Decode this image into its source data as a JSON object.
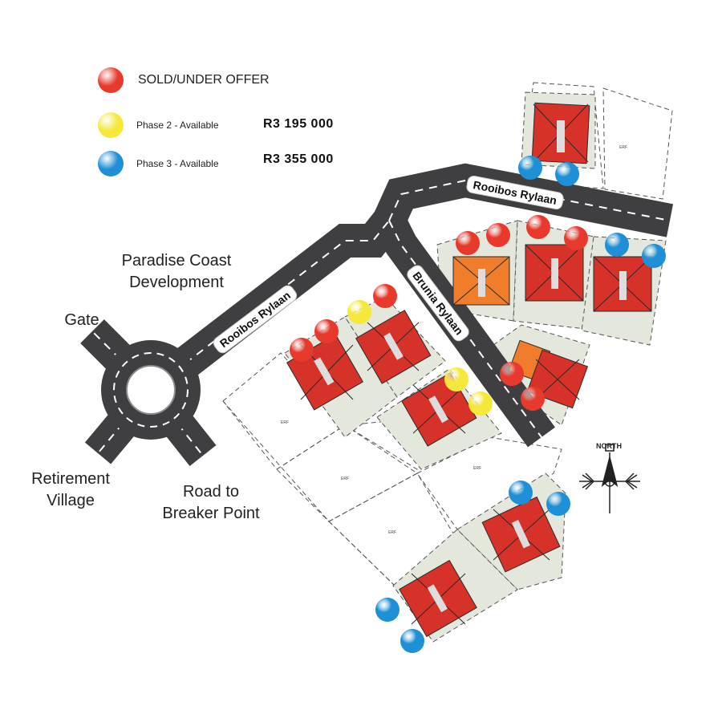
{
  "legend": [
    {
      "label": "SOLD/UNDER OFFER",
      "price": "",
      "color": "#e8392d"
    },
    {
      "label": "Phase 2 - Available",
      "price": "R3 195 000",
      "color": "#f6e83a"
    },
    {
      "label": "Phase 3 - Available",
      "price": "R3 355 000",
      "color": "#1f8fd6"
    }
  ],
  "places": {
    "gate": "Gate",
    "development_line1": "Paradise Coast",
    "development_line2": "Development",
    "retirement_line1": "Retirement",
    "retirement_line2": "Village",
    "breaker_line1": "Road to",
    "breaker_line2": "Breaker Point"
  },
  "roads": {
    "rooibos_upper": "Rooibos Rylaan",
    "rooibos_lower": "Rooibos Rylaan",
    "brunia": "Brunia Rylaan"
  },
  "compass": {
    "label": "NORTH"
  },
  "colors": {
    "road": "#3f3f41",
    "road_edge": "#8c8c8e",
    "plot_fill": "#e3e7dc",
    "roof": "#d6322a",
    "roof_orange": "#ef7d2b",
    "sold": "#e8392d",
    "phase2": "#f6e83a",
    "phase3": "#1f8fd6"
  },
  "markers": [
    {
      "id": "m1",
      "status": "phase3"
    },
    {
      "id": "m2",
      "status": "phase3"
    },
    {
      "id": "m3",
      "status": "sold"
    },
    {
      "id": "m4",
      "status": "sold"
    },
    {
      "id": "m5",
      "status": "sold"
    },
    {
      "id": "m6",
      "status": "sold"
    },
    {
      "id": "m7",
      "status": "sold"
    },
    {
      "id": "m8",
      "status": "phase3"
    },
    {
      "id": "m9",
      "status": "phase3"
    },
    {
      "id": "m10",
      "status": "phase2"
    },
    {
      "id": "m11",
      "status": "sold"
    },
    {
      "id": "m12",
      "status": "sold"
    },
    {
      "id": "m13",
      "status": "sold"
    },
    {
      "id": "m14",
      "status": "phase2"
    },
    {
      "id": "m15",
      "status": "phase2"
    },
    {
      "id": "m16",
      "status": "sold"
    },
    {
      "id": "m17",
      "status": "sold"
    },
    {
      "id": "m18",
      "status": "phase3"
    },
    {
      "id": "m19",
      "status": "phase3"
    },
    {
      "id": "m20",
      "status": "phase3"
    },
    {
      "id": "m21",
      "status": "phase3"
    }
  ]
}
